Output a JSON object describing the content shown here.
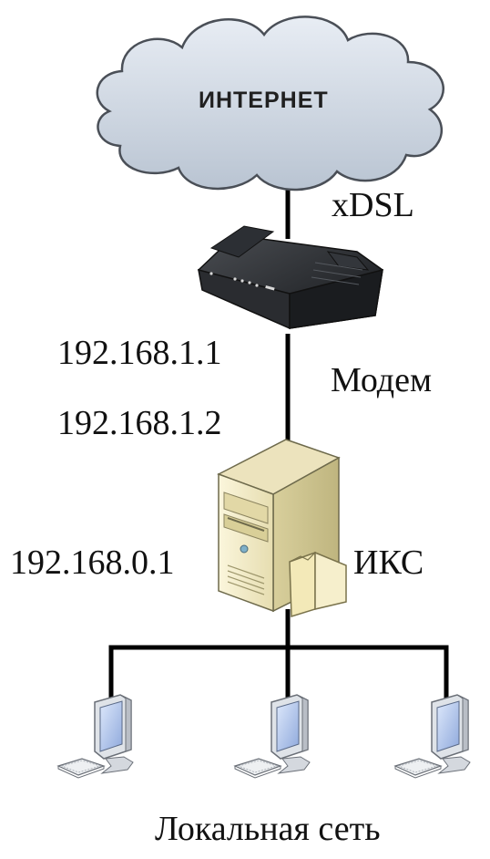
{
  "internet_label": "ИНТЕРНЕТ",
  "link_label": "xDSL",
  "modem": {
    "label": "Модем",
    "ip_lan": "192.168.1.1"
  },
  "iks": {
    "label": "ИКС",
    "ip_wan": "192.168.1.2",
    "ip_lan": "192.168.0.1"
  },
  "lan_label": "Локальная сеть",
  "colors": {
    "cloud_fill": "#cdd6e2",
    "cloud_stroke": "#4a4f57",
    "line": "#000000",
    "screen": "#b8ccf0"
  },
  "icons": [
    "cloud-icon",
    "modem-icon",
    "server-icon",
    "workstation-icon"
  ]
}
